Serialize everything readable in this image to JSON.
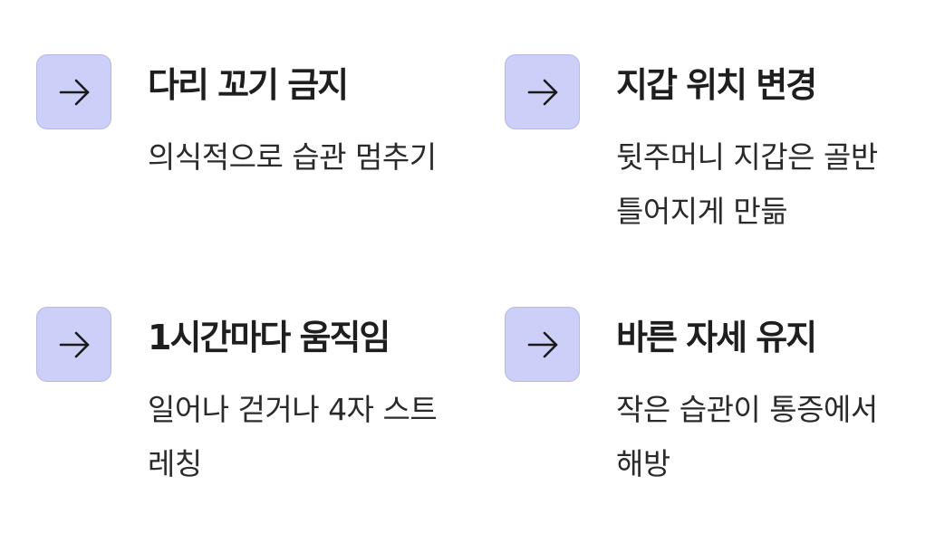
{
  "tips": [
    {
      "icon": "arrow-right-icon",
      "title": "다리 꼬기 금지",
      "description": "의식적으로 습관 멈추기"
    },
    {
      "icon": "arrow-right-icon",
      "title": "지갑 위치 변경",
      "description": "뒷주머니 지갑은 골반 틀어지게 만듦"
    },
    {
      "icon": "arrow-right-icon",
      "title": "1시간마다 움직임",
      "description": "일어나 걷거나 4자 스트레칭"
    },
    {
      "icon": "arrow-right-icon",
      "title": "바른 자세 유지",
      "description": "작은 습관이 통증에서 해방"
    }
  ],
  "colors": {
    "icon_background": "#cccff8",
    "icon_border": "#b6b8e4",
    "arrow": "#1a1a1a",
    "title": "#1e1e1e",
    "description": "#2a2a2a"
  }
}
